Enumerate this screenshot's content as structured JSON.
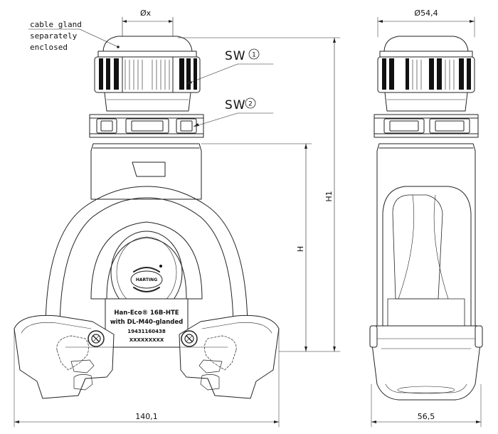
{
  "callouts": {
    "cable_gland_note": [
      "cable gland",
      "separately",
      "enclosed"
    ],
    "sw1_label": "SW",
    "sw1_index": "1",
    "sw2_label": "SW",
    "sw2_index": "2"
  },
  "dimensions": {
    "gland_diameter": "Øx",
    "side_diameter": "Ø54,4",
    "height_total": "H1",
    "height_housing": "H",
    "width_front": "140,1",
    "width_side": "56,5"
  },
  "product_label": {
    "line1": "Han-Eco® 16B-HTE",
    "line2": "with DL-M40-glanded",
    "line3": "19431160438",
    "line4": "XXXXXXXXX"
  },
  "logo": {
    "text": "HARTING"
  }
}
